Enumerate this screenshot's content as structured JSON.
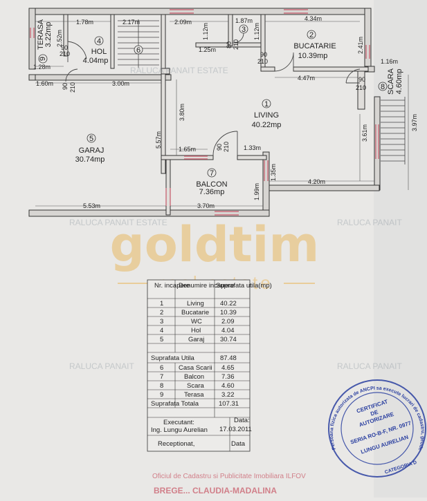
{
  "rooms": [
    {
      "num": "1",
      "name": "LIVING",
      "area": "40.22mp"
    },
    {
      "num": "2",
      "name": "BUCATARIE",
      "area": "10.39mp"
    },
    {
      "num": "3",
      "name": "",
      "area": ""
    },
    {
      "num": "4",
      "name": "HOL",
      "area": "4.04mp"
    },
    {
      "num": "5",
      "name": "GARAJ",
      "area": "30.74mp"
    },
    {
      "num": "6",
      "name": "",
      "area": ""
    },
    {
      "num": "7",
      "name": "BALCON",
      "area": "7.36mp"
    },
    {
      "num": "8",
      "name": "SCARA",
      "area": "4.60mp"
    },
    {
      "num": "9",
      "name": "TERASA",
      "area": "3.22mp"
    }
  ],
  "dimensions": [
    "1.78m",
    "2.17m",
    "2.09m",
    "1.87m",
    "4.34m",
    "1.12m",
    "1.12m",
    "1.25m",
    "2.52m",
    "2.41m",
    "1.28m",
    "1.16m",
    "1.60m",
    "3.00m",
    "4.47m",
    "3.80m",
    "5.57m",
    "3.61m",
    "3.97m",
    "1.65m",
    "1.33m",
    "1.35m",
    "1.99m",
    "4.20m",
    "5.53m",
    "3.70m"
  ],
  "doors": {
    "top": "90",
    "bottom": "210",
    "wc_top": "80",
    "wc_bottom": "210"
  },
  "watermark": {
    "brand": "goldtim",
    "sub": "real estate",
    "agency1": "RALUCA PANAIT ESTATE",
    "agency2": "RALUCA PANAIT"
  },
  "table": {
    "headers": [
      "Nr. incapere",
      "Denumire incapere",
      "Suprafata utila(mp)"
    ],
    "rows1": [
      [
        "1",
        "Living",
        "40.22"
      ],
      [
        "2",
        "Bucatarie",
        "10.39"
      ],
      [
        "3",
        "WC",
        "2.09"
      ],
      [
        "4",
        "Hol",
        "4.04"
      ],
      [
        "5",
        "Garaj",
        "30.74"
      ]
    ],
    "utila_label": "Suprafata Utila",
    "utila_value": "87.48",
    "rows2": [
      [
        "6",
        "Casa Scarii",
        "4.65"
      ],
      [
        "7",
        "Balcon",
        "7.36"
      ],
      [
        "8",
        "Scara",
        "4.60"
      ],
      [
        "9",
        "Terasa",
        "3.22"
      ]
    ],
    "totala_label": "Suprafata Totala",
    "totala_value": "107.31",
    "executant_label": "Executant:",
    "executant_name": "Ing. Lungu Aurelian",
    "data_label": "Data:",
    "data_value": "17.03.2011",
    "receptionat_label": "Receptionat,",
    "receptionat_data": "Data"
  },
  "stamp": {
    "line1": "CERTIFICAT",
    "line2": "DE",
    "line3": "AUTORIZARE",
    "serie": "SERIA RO-B-F, NR. 0977",
    "name": "LUNGU AURELIAN",
    "category": "CATEGORIA D",
    "ring": "Persoana fizica autorizata de ANCPI sa execute lucrari de cadastru, geodezie, cartografie"
  },
  "footer": {
    "agency": "Oficiul de Cadastru si Publicitate Imobiliara ILFOV",
    "name": "BREGE... CLAUDIA-MADALINA"
  }
}
